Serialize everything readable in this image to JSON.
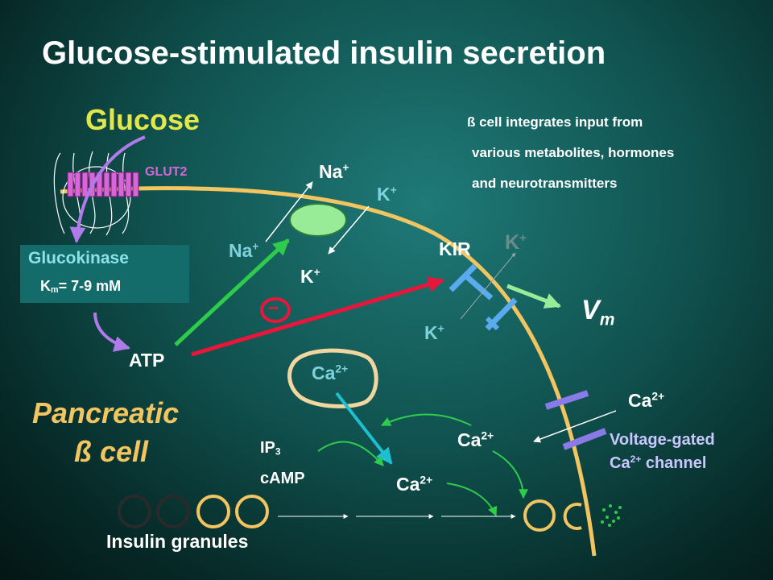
{
  "title": "Glucose-stimulated insulin secretion",
  "glucose_label": "Glucose",
  "info": {
    "line1": "ß cell integrates input from",
    "line2": "various metabolites, hormones",
    "line3": "and neurotransmitters"
  },
  "glut2_label": "GLUT2",
  "glucokinase": {
    "name": "Glucokinase",
    "km_symbol": "K",
    "km_sub": "m",
    "km_value": "= 7-9 mM"
  },
  "atp_label": "ATP",
  "pump": {
    "na": "Na",
    "na_charge": "+",
    "k": "K",
    "k_charge": "+"
  },
  "inhibit_sign": "–",
  "kir": {
    "label": "KIR",
    "k": "K",
    "k_charge": "+"
  },
  "vm": {
    "symbol": "V",
    "sub": "m"
  },
  "er": {
    "ca": "Ca",
    "charge": "2+"
  },
  "ca_ext": {
    "ca": "Ca",
    "charge": "2+"
  },
  "ca_entry": {
    "ca": "Ca",
    "charge": "2+"
  },
  "ca_release": {
    "ca": "Ca",
    "charge": "2+"
  },
  "voltage_channel": {
    "line1": "Voltage-gated",
    "line2_ca": "Ca",
    "line2_charge": "2+",
    "line2_rest": " channel"
  },
  "second_messengers": {
    "ip": "IP",
    "ip_sub": "3",
    "camp": "cAMP"
  },
  "cell_label": {
    "line1": "Pancreatic",
    "line2": "ß cell"
  },
  "granules_label": "Insulin granules",
  "colors": {
    "background": "#0b3f3d",
    "membrane": "#f2c560",
    "pump": "#98ec98",
    "atp_arrow": "#2ecc4a",
    "inhibit_arrow": "#e8163a",
    "kir_channel": "#5aaaee",
    "ca_channel": "#8a7ae8",
    "er_arrow": "#1cc0d0",
    "glucose_arrow": "#b07ae8",
    "glut2": "#d966d9"
  }
}
